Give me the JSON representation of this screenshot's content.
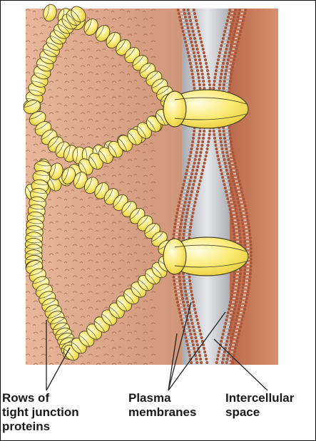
{
  "labels": {
    "rows_of_tight_junction_proteins": [
      "Rows of",
      "tight junction",
      "proteins"
    ],
    "plasma_membranes": [
      "Plasma",
      "membranes"
    ],
    "intercellular_space": [
      "Intercellular",
      "space"
    ]
  },
  "colors": {
    "cell_left": "#dba88c",
    "cell_right": "#c8785a",
    "intercellular": "#b9bcc2",
    "protein_fill": "#fbef85",
    "protein_highlight": "#fffbd6",
    "protein_outline": "#4a4320",
    "lipid_head": "#a9563b",
    "line": "#222222"
  },
  "icons": [
    "tight-junction-protein-strand",
    "lipid-bilayer",
    "leader-line"
  ]
}
